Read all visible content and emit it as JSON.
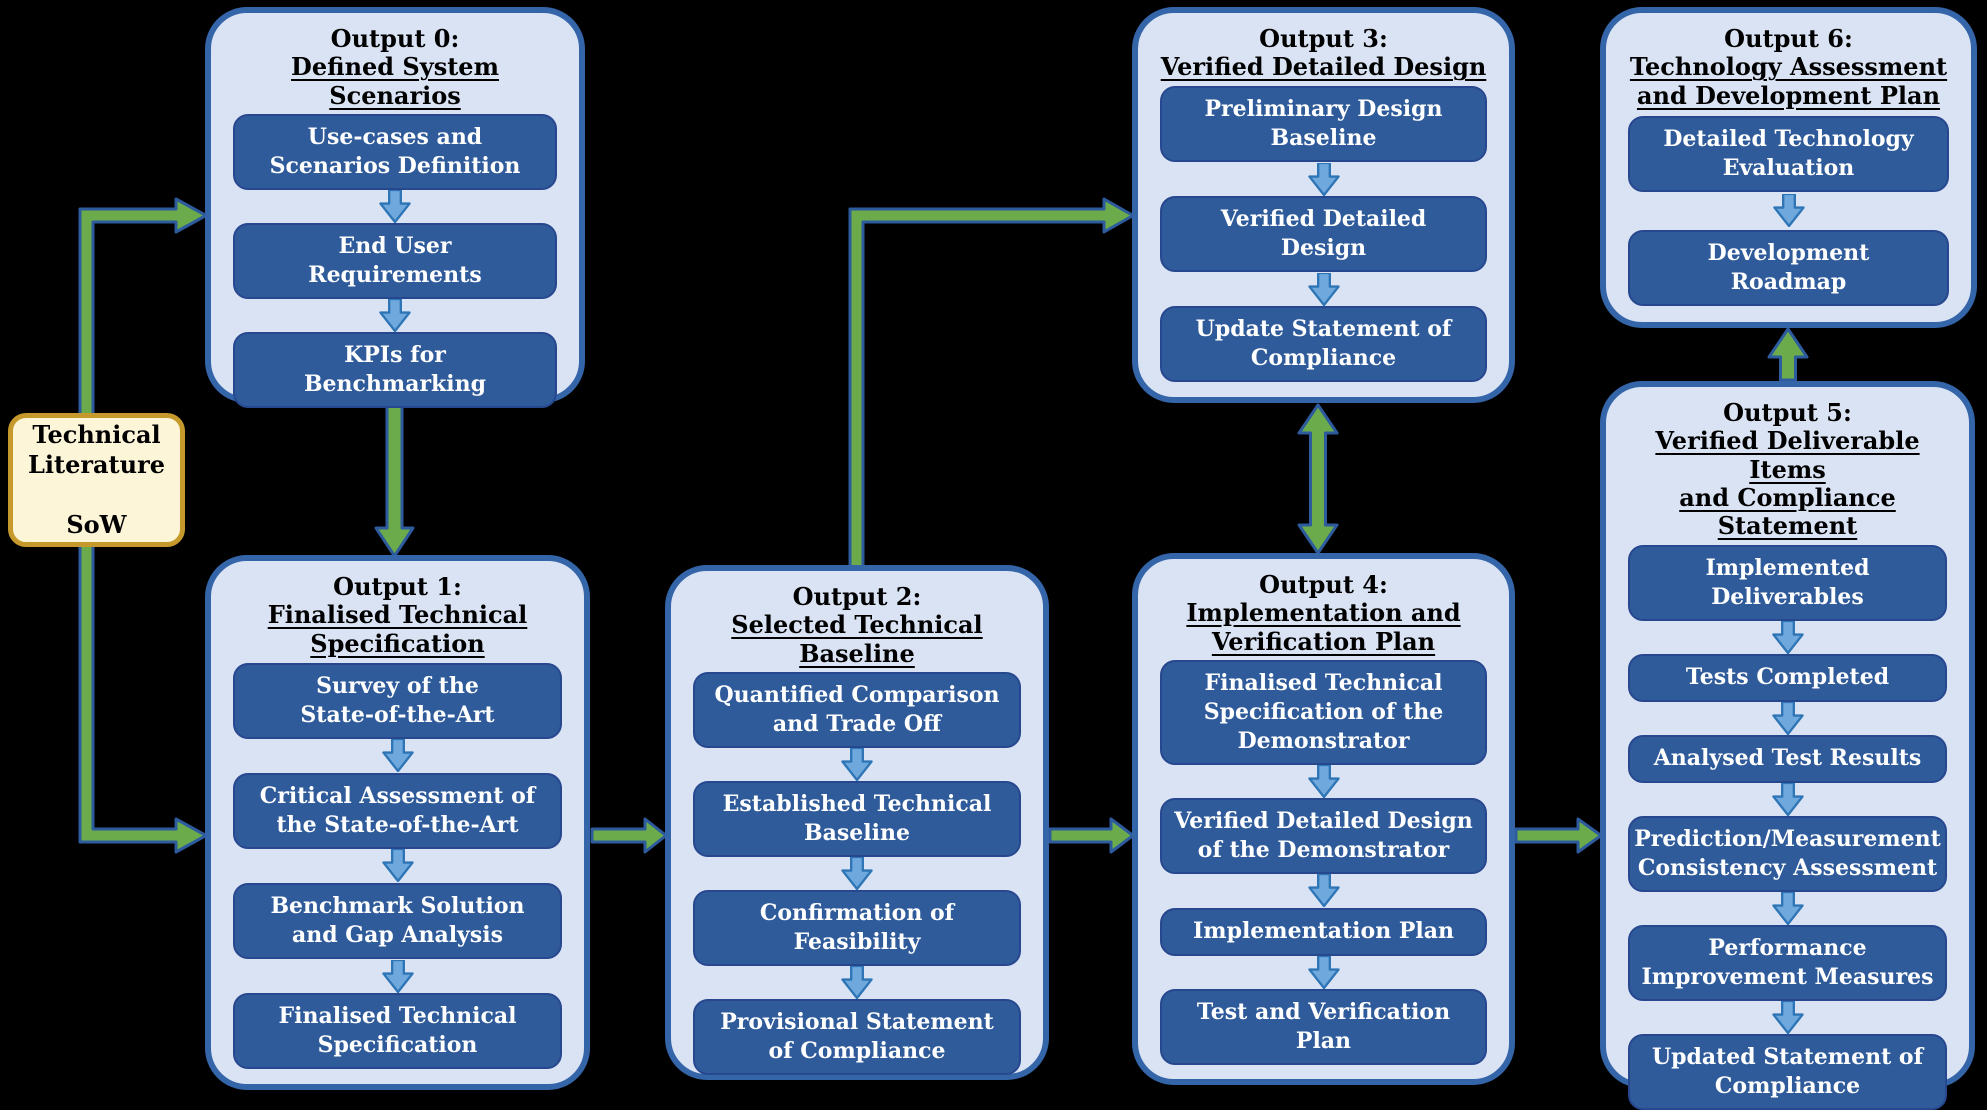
{
  "colors": {
    "background": "#000000",
    "panel_fill": "#dae3f3",
    "panel_border": "#3465a8",
    "item_fill": "#2f5b9b",
    "item_border": "#27488f",
    "item_text": "#ffffff",
    "title_text": "#000000",
    "blue_arrow_fill": "#6fa8dc",
    "blue_arrow_stroke": "#2e75b6",
    "green_arrow_fill": "#6bab4c",
    "green_arrow_stroke": "#2d5b9d",
    "source_fill": "#fdf5d8",
    "source_border": "#c5992b"
  },
  "source_box": {
    "text": "Technical\nLiterature\n\nSoW"
  },
  "panels": [
    {
      "label": "Output 0:",
      "name": "Defined System Scenarios",
      "items": [
        "Use-cases and\nScenarios Definition",
        "End User\nRequirements",
        "KPIs for\nBenchmarking"
      ]
    },
    {
      "label": "Output 1:",
      "name": "Finalised Technical\nSpecification",
      "items": [
        "Survey of the\nState-of-the-Art",
        "Critical Assessment of\nthe State-of-the-Art",
        "Benchmark Solution\nand Gap Analysis",
        "Finalised Technical\nSpecification"
      ]
    },
    {
      "label": "Output 2:",
      "name": "Selected Technical Baseline",
      "items": [
        "Quantified Comparison\nand Trade Off",
        "Established Technical\nBaseline",
        "Confirmation of\nFeasibility",
        "Provisional Statement\nof Compliance"
      ]
    },
    {
      "label": "Output 3:",
      "name": "Verified Detailed Design",
      "items": [
        "Preliminary Design\nBaseline",
        "Verified Detailed\nDesign",
        "Update Statement of\nCompliance"
      ]
    },
    {
      "label": "Output 4:",
      "name": "Implementation and\nVerification Plan",
      "items": [
        "Finalised Technical\nSpecification of the\nDemonstrator",
        "Verified Detailed Design\nof the Demonstrator",
        "Implementation Plan",
        "Test and Verification\nPlan"
      ]
    },
    {
      "label": "Output 5:",
      "name": "Verified Deliverable Items\nand Compliance Statement",
      "items": [
        "Implemented\nDeliverables",
        "Tests Completed",
        "Analysed Test Results",
        "Prediction/Measurement\nConsistency Assessment",
        "Performance\nImprovement Measures",
        "Updated Statement of\nCompliance"
      ]
    },
    {
      "label": "Output 6:",
      "name": "Technology Assessment\nand Development Plan",
      "items": [
        "Detailed Technology\nEvaluation",
        "Development\nRoadmap"
      ]
    }
  ]
}
